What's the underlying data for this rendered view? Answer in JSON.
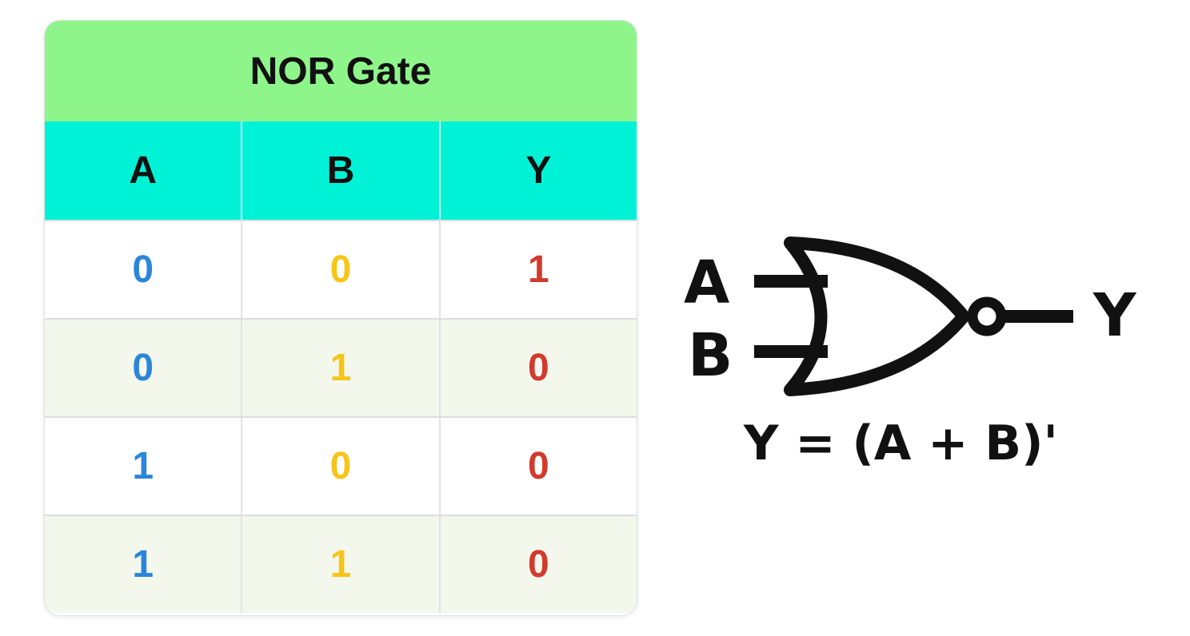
{
  "title": "NOR Gate",
  "colors": {
    "title_bg": "#8ef58b",
    "header_bg": "#00f2d6",
    "row_white": "#ffffff",
    "row_tint": "#f3f7ec",
    "col_a": "#2b86d9",
    "col_b": "#f5c518",
    "col_y": "#d23a2e"
  },
  "columns": [
    "A",
    "B",
    "Y"
  ],
  "rows": [
    [
      "0",
      "0",
      "1"
    ],
    [
      "0",
      "1",
      "0"
    ],
    [
      "1",
      "0",
      "0"
    ],
    [
      "1",
      "1",
      "0"
    ]
  ],
  "gate": {
    "input_a": "A",
    "input_b": "B",
    "output": "Y",
    "expression": "Y = (A + B)'"
  }
}
